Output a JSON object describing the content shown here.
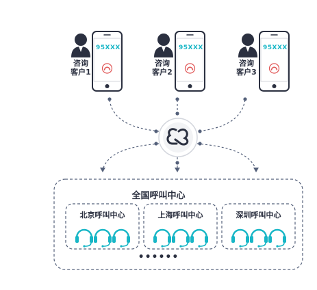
{
  "clients": [
    {
      "line1": "咨询",
      "line2": "客户1",
      "number": "95XXX"
    },
    {
      "line1": "咨询",
      "line2": "客户2",
      "number": "95XXX"
    },
    {
      "line1": "咨询",
      "line2": "客户3",
      "number": "95XXX"
    }
  ],
  "hub": {
    "title": "全国呼叫中心"
  },
  "centers": [
    {
      "name": "北京呼叫中心",
      "agents": 3
    },
    {
      "name": "上海呼叫中心",
      "agents": 3
    },
    {
      "name": "深圳呼叫中心",
      "agents": 3
    }
  ],
  "more": "••••••",
  "colors": {
    "accent": "#17b6c6",
    "hangup": "#e05555",
    "line": "#54607a",
    "dark": "#2b3040"
  },
  "icons": {
    "person": "person-icon",
    "phone": "phone-icon",
    "hangup": "hangup-icon",
    "logo": "connect-logo-icon",
    "headset": "headset-icon"
  }
}
